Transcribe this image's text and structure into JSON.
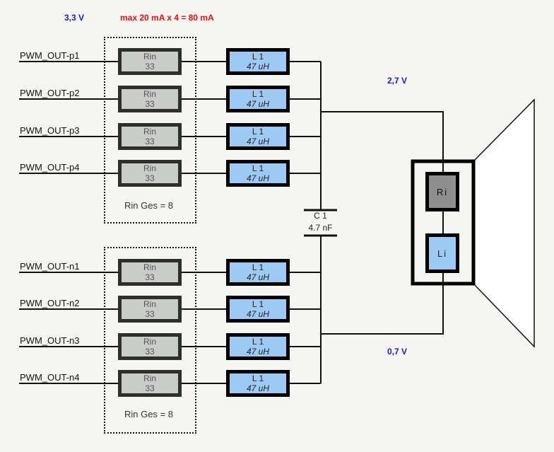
{
  "annotations": {
    "supply_voltage": "3,3 V",
    "max_current": "max 20 mA x 4 = 80 mA",
    "voltage_top": "2,7 V",
    "voltage_bottom": "0,7 V"
  },
  "colors": {
    "background": "#f5f6f1",
    "voltage_text": "#1a1ad0",
    "current_text": "#e01010",
    "resistor_fill": "#c9ccc8",
    "inductor_fill": "#9ccaf4",
    "ri_fill": "#8e8e8e"
  },
  "p_channels": [
    {
      "net": "PWM_OUT-p1",
      "rin_label": "Rin",
      "rin_value": "33",
      "l_label": "L 1",
      "l_value": "47 uH"
    },
    {
      "net": "PWM_OUT-p2",
      "rin_label": "Rin",
      "rin_value": "33",
      "l_label": "L 1",
      "l_value": "47 uH"
    },
    {
      "net": "PWM_OUT-p3",
      "rin_label": "Rin",
      "rin_value": "33",
      "l_label": "L 1",
      "l_value": "47 uH"
    },
    {
      "net": "PWM_OUT-p4",
      "rin_label": "Rin",
      "rin_value": "33",
      "l_label": "L 1",
      "l_value": "47 uH"
    }
  ],
  "n_channels": [
    {
      "net": "PWM_OUT-n1",
      "rin_label": "Rin",
      "rin_value": "33",
      "l_label": "L 1",
      "l_value": "47 uH"
    },
    {
      "net": "PWM_OUT-n2",
      "rin_label": "Rin",
      "rin_value": "33",
      "l_label": "L 1",
      "l_value": "47 uH"
    },
    {
      "net": "PWM_OUT-n3",
      "rin_label": "Rin",
      "rin_value": "33",
      "l_label": "L 1",
      "l_value": "47 uH"
    },
    {
      "net": "PWM_OUT-n4",
      "rin_label": "Rin",
      "rin_value": "33",
      "l_label": "L 1",
      "l_value": "47 uH"
    }
  ],
  "p_group": {
    "label": "Rin Ges = 8"
  },
  "n_group": {
    "label": "Rin Ges = 8"
  },
  "capacitor": {
    "name": "C 1",
    "value": "4.7 nF"
  },
  "speaker": {
    "ri_label": "Ri",
    "li_label": "Li"
  }
}
